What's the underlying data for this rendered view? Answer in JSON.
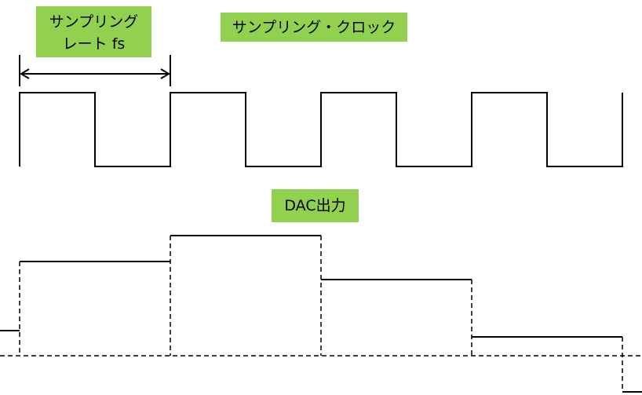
{
  "labels": {
    "sampling_rate": "サンプリング\nレート fs",
    "sampling_clock": "サンプリング・クロック",
    "dac_output": "DAC出力"
  },
  "colors": {
    "label_background": "#92d050",
    "line": "#000000"
  },
  "waveforms": {
    "clock_cycles": 4,
    "dac_sample_levels": [
      "low",
      "high",
      "highest",
      "middle",
      "lower",
      "below-baseline"
    ]
  }
}
